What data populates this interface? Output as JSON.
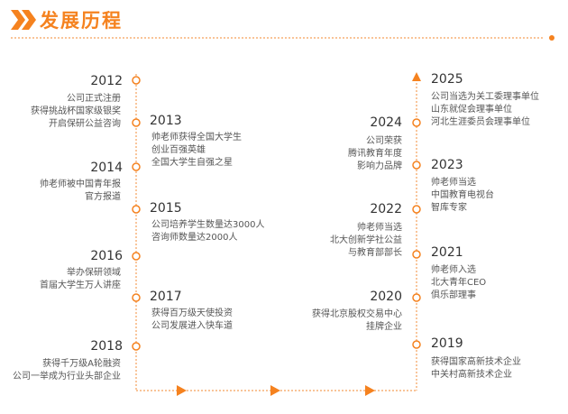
{
  "page": {
    "title": "发展历程",
    "accent_color": "#f5821f",
    "text_color": "#333333",
    "icon": "double-chevron-icon"
  },
  "milestones": [
    {
      "year": "2012",
      "lines": [
        "公司正式注册",
        "获得挑战杯国家级银奖",
        "开启保研公益咨询"
      ]
    },
    {
      "year": "2013",
      "lines": [
        "帅老师获得全国大学生",
        "创业百强英雄",
        "全国大学生自强之星"
      ]
    },
    {
      "year": "2014",
      "lines": [
        "帅老师被中国青年报",
        "官方报道"
      ]
    },
    {
      "year": "2015",
      "lines": [
        "公司培养学生数量达3000人",
        "咨询师数量达2000人"
      ]
    },
    {
      "year": "2016",
      "lines": [
        "举办保研领域",
        "首届大学生万人讲座"
      ]
    },
    {
      "year": "2017",
      "lines": [
        "获得百万级天使投资",
        "公司发展进入快车道"
      ]
    },
    {
      "year": "2018",
      "lines": [
        "获得千万级A轮融资",
        "公司一举成为行业头部企业"
      ]
    },
    {
      "year": "2019",
      "lines": [
        "获得国家高新技术企业",
        "中关村高新技术企业"
      ]
    },
    {
      "year": "2020",
      "lines": [
        "获得北京股权交易中心",
        "挂牌企业"
      ]
    },
    {
      "year": "2021",
      "lines": [
        "帅老师入选",
        "北大青年CEO",
        "俱乐部理事"
      ]
    },
    {
      "year": "2022",
      "lines": [
        "帅老师当选",
        "北大创新学社公益",
        "与教育部部长"
      ]
    },
    {
      "year": "2023",
      "lines": [
        "帅老师当选",
        "中国教育电视台",
        "智库专家"
      ]
    },
    {
      "year": "2024",
      "lines": [
        "公司荣获",
        "腾讯教育年度",
        "影响力品牌"
      ]
    },
    {
      "year": "2025",
      "lines": [
        "公司当选为关工委理事单位",
        "山东就促会理事单位",
        "河北生涯委员会理事单位"
      ]
    }
  ]
}
